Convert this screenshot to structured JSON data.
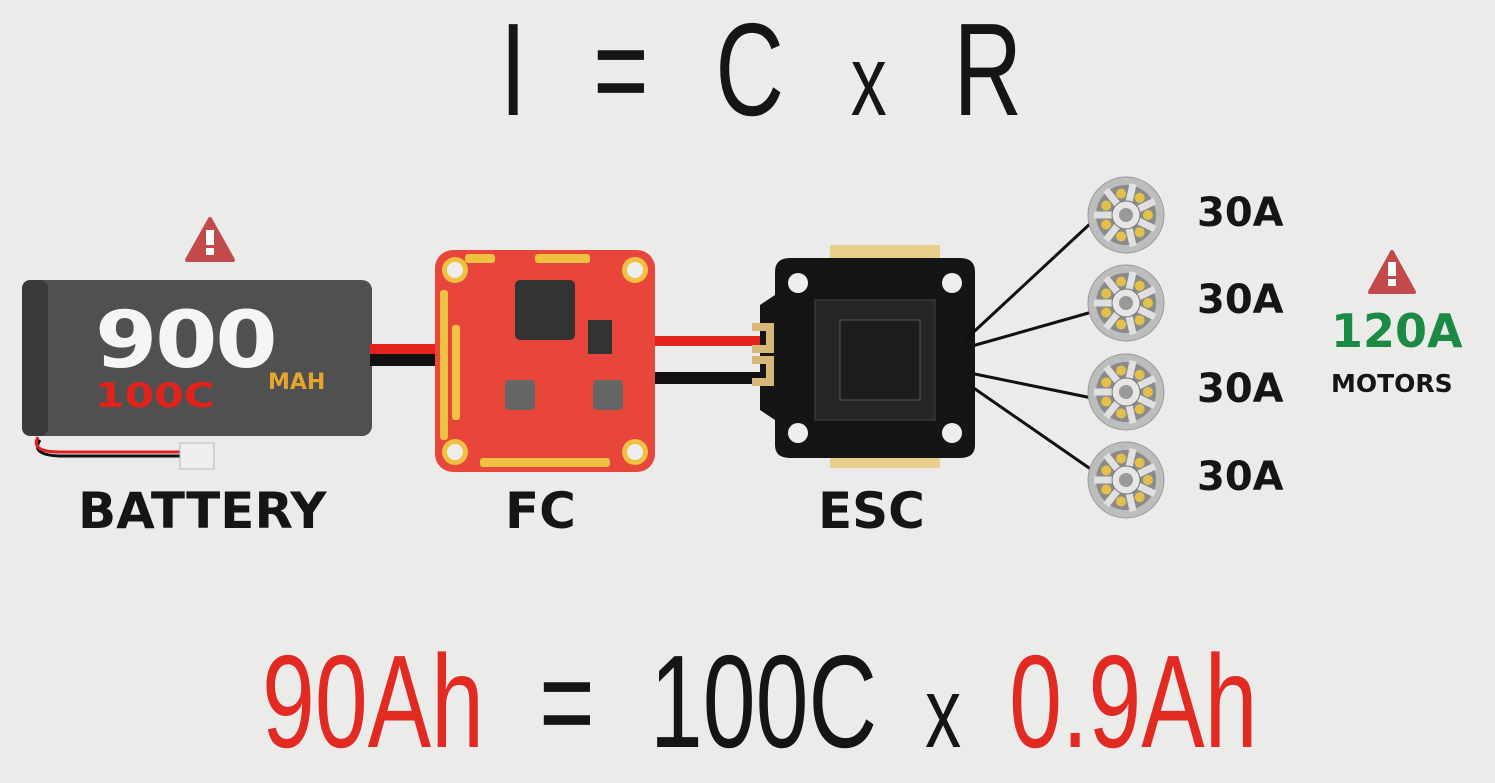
{
  "top_formula": {
    "lhs": "I",
    "eq": "=",
    "c": "C",
    "x": "x",
    "r": "R"
  },
  "battery": {
    "capacity": "900",
    "c_rating": "100C",
    "unit": "MAH",
    "label": "BATTERY"
  },
  "fc": {
    "label": "FC"
  },
  "esc": {
    "label": "ESC"
  },
  "motors": {
    "currents": [
      "30A",
      "30A",
      "30A",
      "30A"
    ],
    "total": "120A",
    "label": "MOTORS"
  },
  "bottom_formula": {
    "lhs": "90Ah",
    "eq": "=",
    "c": "100C",
    "x": "x",
    "r": "0.9Ah"
  },
  "colors": {
    "background": "#ebebea",
    "red": "#e12a22",
    "green": "#1a8a45",
    "warning": "#c24a4a",
    "battery": "#505050",
    "fc": "#e8463a"
  }
}
